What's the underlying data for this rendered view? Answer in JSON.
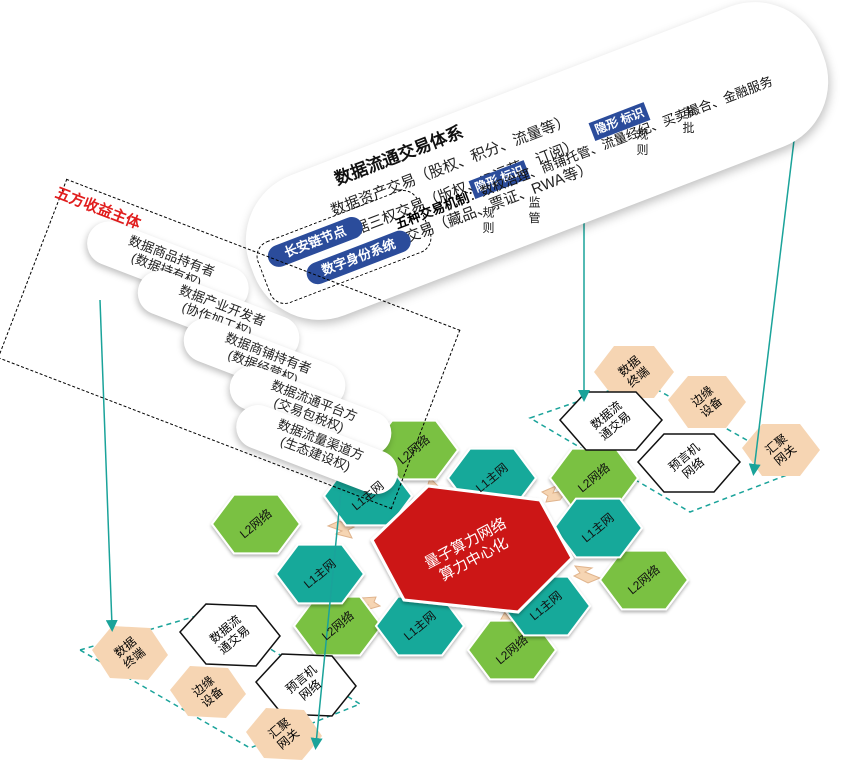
{
  "system": {
    "title": "数据流通交易体系",
    "lines": [
      "数据资产交易（股权、积分、流量等）",
      "数据三权交易（版权、IP运营、订阅）",
      "数据商品交易（藏品、票证、RWA等）"
    ]
  },
  "hidden_id_labels": [
    "隐形\n标识",
    "隐形\n标识"
  ],
  "rules": {
    "left_a": "规\n则",
    "left_b": "监\n管",
    "right_a": "规\n则",
    "right_b": "审\n批"
  },
  "chain": {
    "node": "长安链节点",
    "identity": "数字身份系统"
  },
  "mechanism": {
    "label": "五种交易机制",
    "text": "：数权治理、商铺托管、流量经纪、买卖撮合、金融服务"
  },
  "parties": {
    "title": "五方收益主体",
    "items": [
      "数据商品持有者\n(数据持有权)",
      "数据产业开发者\n(协作加工权)",
      "数据商铺持有者\n(数据经营权)",
      "数据流通平台方\n(交易包税权)",
      "数据流量渠道方\n(生态建设权)"
    ]
  },
  "center": "量子算力网络\n算力中心化",
  "network": {
    "l1": "L1主网",
    "l2": "L2网络"
  },
  "cluster_nodes": {
    "terminal": "数据\n终端",
    "trade": "数据流\n通交易",
    "edge": "边缘\n设备",
    "oracle": "预言机\n网络",
    "gateway": "汇聚\n网关"
  },
  "colors": {
    "center": "#cc1414",
    "l1": "#19a99a",
    "l2": "#7ac142",
    "peach": "#f6d5b3",
    "brand": "#2b4c9b",
    "arrow_teal": "#1aa39a",
    "red_text": "#e11d1d"
  }
}
